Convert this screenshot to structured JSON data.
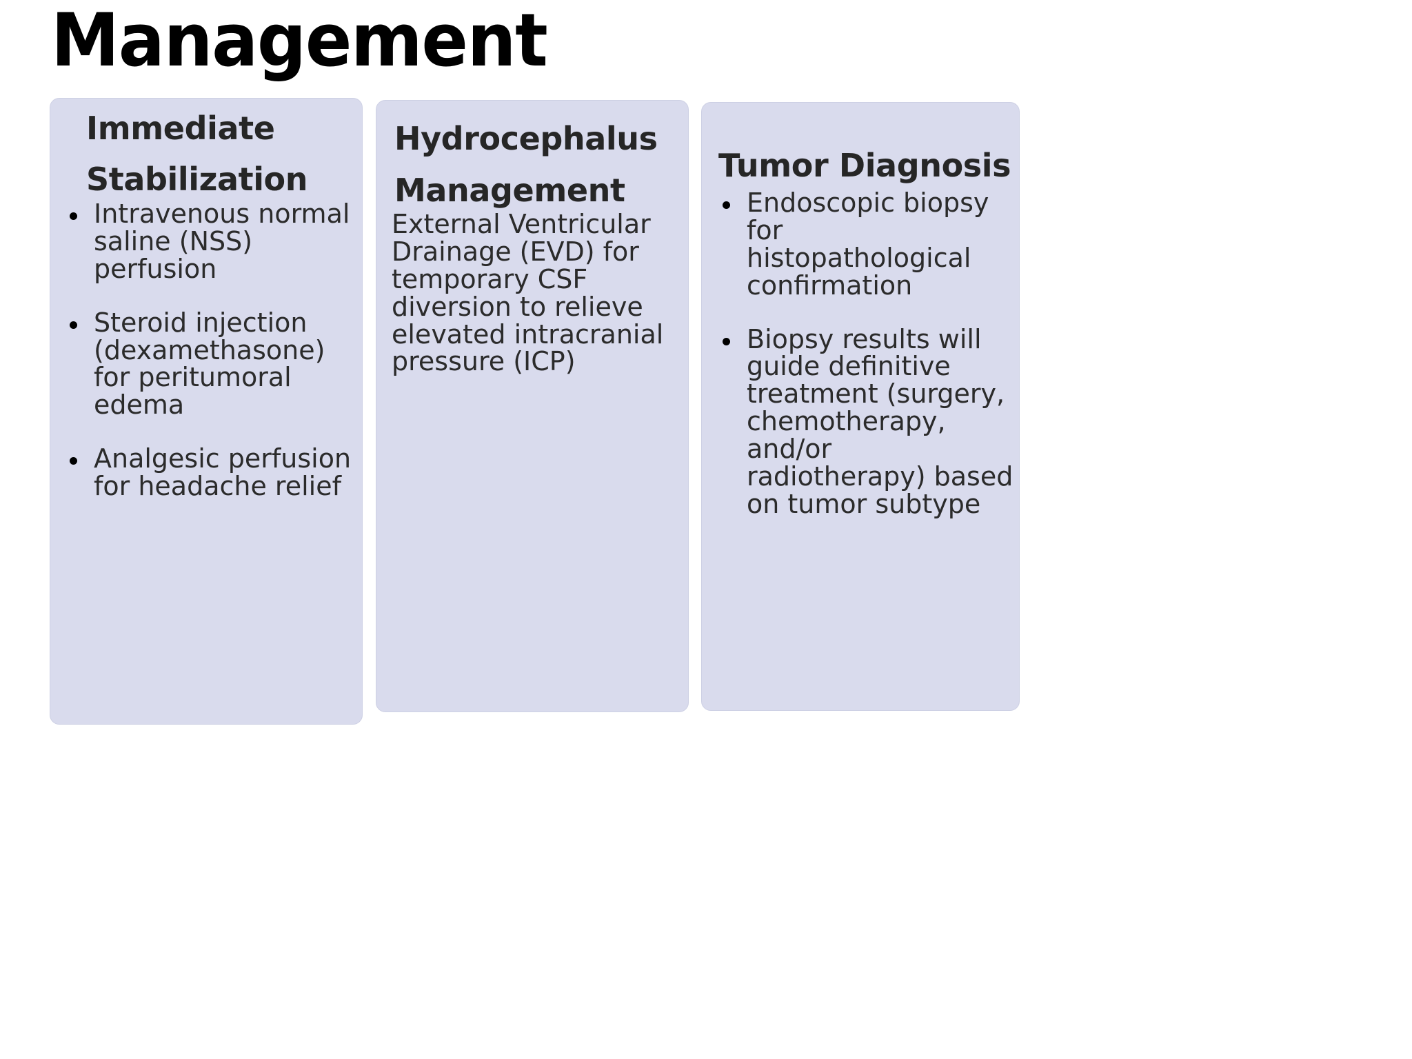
{
  "slide": {
    "title": "Management",
    "background_color": "#ffffff",
    "title_color": "#000000"
  },
  "theme": {
    "card_fill": "#d9dbed",
    "card_border": "#cdd0e4",
    "heading_color": "#262626",
    "body_color": "#2b2b2b",
    "bullet_color": "#000000"
  },
  "cards": [
    {
      "id": "immediate-stabilization",
      "heading": "Immediate Stabilization",
      "body_type": "bullets",
      "bullets": [
        "Intravenous normal saline (NSS) perfusion",
        "Steroid injection (dexamethasone) for peritumoral edema",
        "Analgesic perfusion for headache relief"
      ]
    },
    {
      "id": "hydrocephalus-management",
      "heading": "Hydrocephalus Management",
      "body_type": "paragraph",
      "paragraph": "External Ventricular Drainage (EVD) for temporary CSF diversion to relieve elevated intracranial pressure (ICP)"
    },
    {
      "id": "tumor-diagnosis",
      "heading": "Tumor Diagnosis",
      "body_type": "bullets",
      "bullets": [
        "Endoscopic biopsy for histopathological confirmation",
        "Biopsy results will guide definitive treatment (surgery, chemotherapy, and/or radiotherapy) based on tumor subtype"
      ]
    }
  ]
}
